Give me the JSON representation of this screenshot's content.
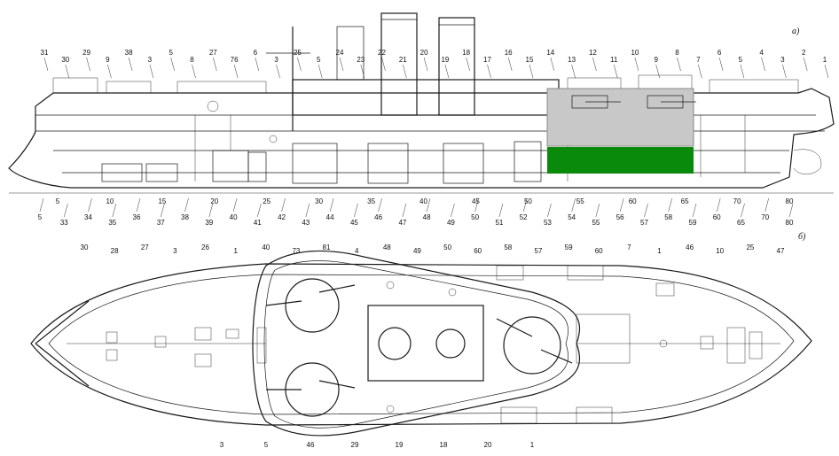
{
  "panels": {
    "side": {
      "letter": "a)"
    },
    "plan": {
      "letter": "б)"
    }
  },
  "side_top_labels": [
    "31",
    "30",
    "29",
    "9",
    "38",
    "3",
    "5",
    "8",
    "27",
    "76",
    "6",
    "3",
    "25",
    "5",
    "24",
    "23",
    "22",
    "21",
    "20",
    "19",
    "18",
    "17",
    "16",
    "15",
    "14",
    "13",
    "12",
    "11",
    "10",
    "9",
    "8",
    "7",
    "6",
    "5",
    "4",
    "3",
    "2",
    "1"
  ],
  "side_bottom_labels": [
    "5",
    "33",
    "34",
    "35",
    "36",
    "37",
    "38",
    "39",
    "40",
    "41",
    "42",
    "43",
    "44",
    "45",
    "46",
    "47",
    "48",
    "49",
    "50",
    "51",
    "52",
    "53",
    "54",
    "55",
    "56",
    "57",
    "58",
    "59",
    "60",
    "65",
    "70",
    "80"
  ],
  "frame_numbers": [
    "5",
    "10",
    "15",
    "20",
    "25",
    "30",
    "35",
    "40",
    "45",
    "50",
    "55",
    "60",
    "65",
    "70",
    "80"
  ],
  "plan_labels": [
    "30",
    "28",
    "27",
    "3",
    "26",
    "1",
    "40",
    "73",
    "81",
    "4",
    "48",
    "49",
    "50",
    "60",
    "58",
    "57",
    "59",
    "60",
    "7",
    "1",
    "46",
    "10",
    "25",
    "47",
    "3",
    "5",
    "46",
    "29",
    "19",
    "18",
    "20",
    "1"
  ],
  "highlight": {
    "upper_color": "#c8c8c8",
    "lower_color": "#0a8a0a"
  }
}
